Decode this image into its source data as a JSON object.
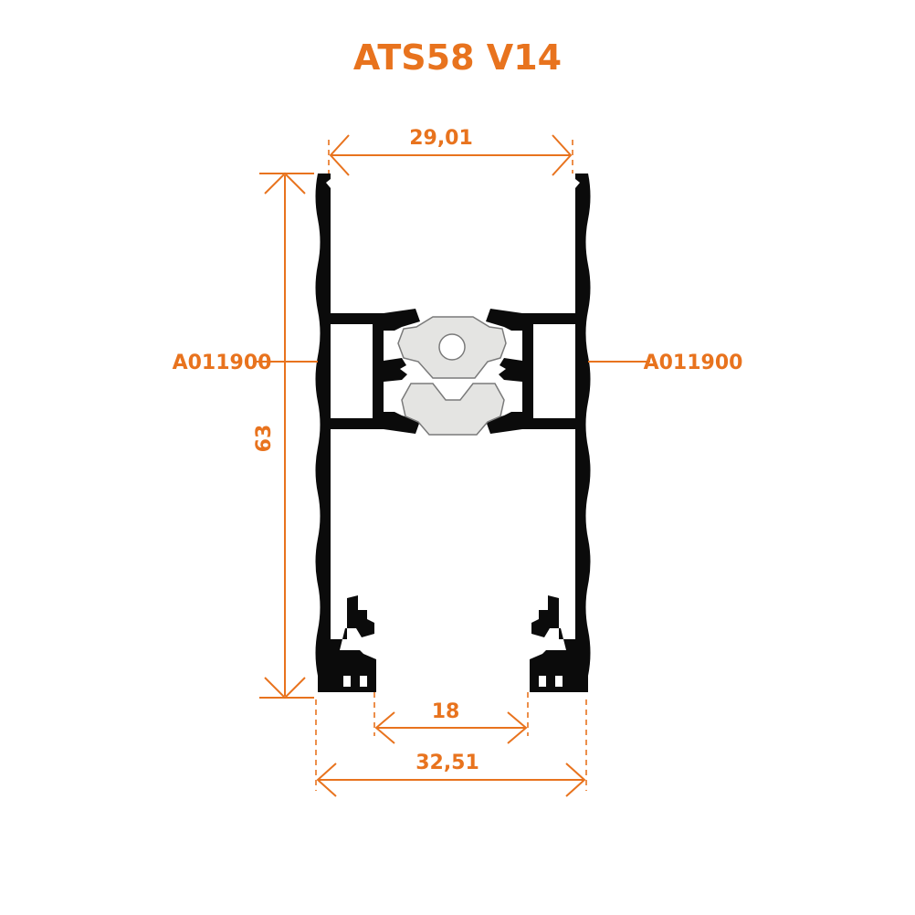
{
  "title": "ATS58 V14",
  "accent_color": "#e8731e",
  "profile_color": "#0b0b0b",
  "gasket_color": "#e4e4e2",
  "dimensions": {
    "top_width": "29,01",
    "height": "63",
    "inner_gap": "18",
    "total_width": "32,51"
  },
  "callouts": {
    "left": "A011900",
    "right": "A011900"
  }
}
